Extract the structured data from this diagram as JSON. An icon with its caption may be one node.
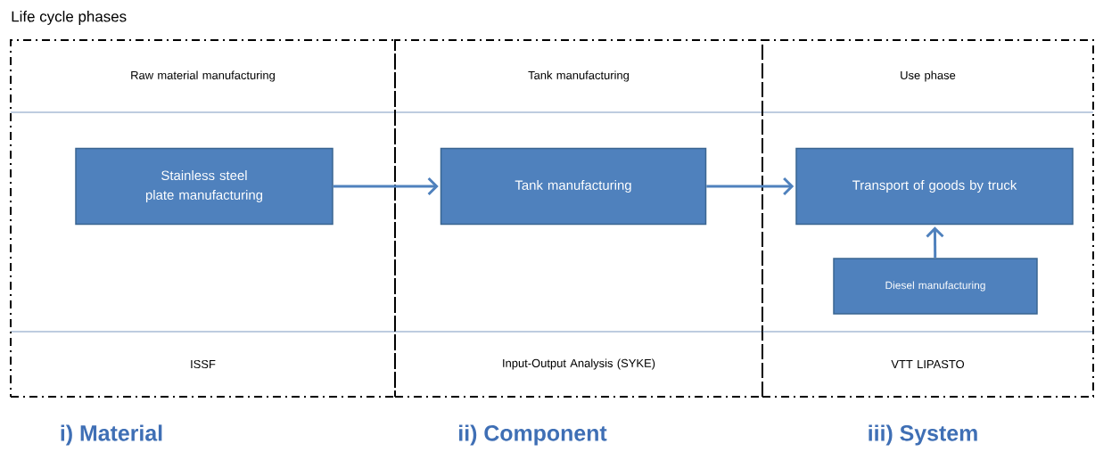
{
  "diagram": {
    "title": "Life cycle phases",
    "nodes": [
      {
        "text": [
          "Raw material manufacturing",
          "ISSF"
        ]
      },
      {
        "text": [
          "Stainless steel plate manufacturing"
        ],
        "in": 0
      },
      {
        "text": [
          "Tank manufacturing",
          "Input-Output Analysis (SYKE)"
        ]
      },
      {
        "text": [
          "Tank manufacturing"
        ],
        "in": 2
      },
      {
        "text": [
          "Use phase",
          "VTT LIPASTO"
        ]
      },
      {
        "text": [
          "Transport of goods by truck"
        ],
        "in": 4
      },
      {
        "text": [
          "Diesel manufacturing"
        ],
        "in": 4
      }
    ],
    "edges": [
      {
        "from": 1,
        "to": 3,
        "arrow": "to"
      },
      {
        "from": 3,
        "to": 5,
        "arrow": "to"
      },
      {
        "from": 6,
        "to": 5,
        "arrow": "to"
      }
    ],
    "labels": [
      "i) Material",
      "ii) Component",
      "iii) System"
    ]
  }
}
